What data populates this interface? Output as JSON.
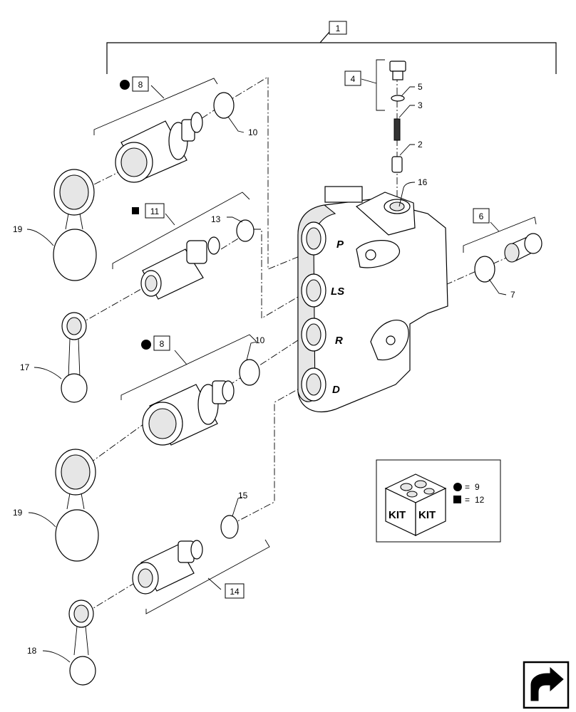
{
  "callouts": {
    "assembly": "1",
    "pin": "2",
    "spring": "3",
    "plug_kit": "4",
    "o_ring_small": "5",
    "port_plug_kit": "6",
    "o_ring_right": "7",
    "coupler_top": "8",
    "coupler_mid": "8",
    "seal_top": "10",
    "seal_mid": "10",
    "adapter_kit": "11",
    "seal_adapter": "13",
    "nipple_kit": "14",
    "seal_nipple": "15",
    "plug_fitting": "16",
    "cap_small_top": "17",
    "cap_small_bottom": "18",
    "cap_large_top": "19",
    "cap_large_bottom": "19"
  },
  "port_labels": [
    "P",
    "LS",
    "R",
    "D"
  ],
  "legend": {
    "kit_label_left": "KIT",
    "kit_label_right": "KIT",
    "equals": "=",
    "circle_value": "9",
    "square_value": "12"
  },
  "nav_icon": "arrow-next-page-icon"
}
